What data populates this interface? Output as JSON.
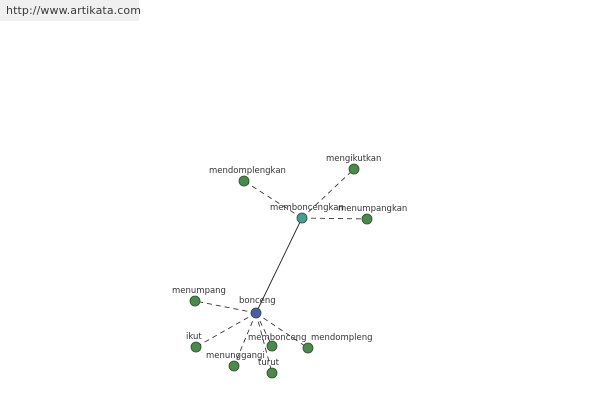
{
  "header": {
    "url": "http://www.artikata.com"
  },
  "colors": {
    "root_node": "#4a5fa3",
    "hub_node": "#4a9a9a",
    "leaf_node": "#4a8a4a",
    "node_stroke": "#2f4f2f",
    "edge": "#222222",
    "url_background": "#f0f0f0"
  },
  "diagram": {
    "nodes": [
      {
        "id": "bonceng",
        "label": "bonceng",
        "role": "root"
      },
      {
        "id": "memboncengkan",
        "label": "memboncengkan",
        "role": "hub"
      },
      {
        "id": "mendomplengkan",
        "label": "mendomplengkan",
        "role": "leaf"
      },
      {
        "id": "mengikutkan",
        "label": "mengikutkan",
        "role": "leaf"
      },
      {
        "id": "menumpangkan",
        "label": "menumpangkan",
        "role": "leaf"
      },
      {
        "id": "menumpang",
        "label": "menumpang",
        "role": "leaf"
      },
      {
        "id": "ikut",
        "label": "ikut",
        "role": "leaf"
      },
      {
        "id": "menunggangi",
        "label": "menunggangi",
        "role": "leaf"
      },
      {
        "id": "membonceng",
        "label": "membonceng",
        "role": "leaf"
      },
      {
        "id": "turut",
        "label": "turut",
        "role": "leaf"
      },
      {
        "id": "mendompleng",
        "label": "mendompleng",
        "role": "leaf"
      }
    ],
    "edges": [
      {
        "from": "bonceng",
        "to": "memboncengkan",
        "style": "solid"
      },
      {
        "from": "memboncengkan",
        "to": "mendomplengkan",
        "style": "dashed"
      },
      {
        "from": "memboncengkan",
        "to": "mengikutkan",
        "style": "dashed"
      },
      {
        "from": "memboncengkan",
        "to": "menumpangkan",
        "style": "dashed"
      },
      {
        "from": "bonceng",
        "to": "menumpang",
        "style": "dashed"
      },
      {
        "from": "bonceng",
        "to": "ikut",
        "style": "dashed"
      },
      {
        "from": "bonceng",
        "to": "menunggangi",
        "style": "dashed"
      },
      {
        "from": "bonceng",
        "to": "membonceng",
        "style": "dashed"
      },
      {
        "from": "bonceng",
        "to": "turut",
        "style": "dashed"
      },
      {
        "from": "bonceng",
        "to": "mendompleng",
        "style": "dashed"
      }
    ]
  }
}
